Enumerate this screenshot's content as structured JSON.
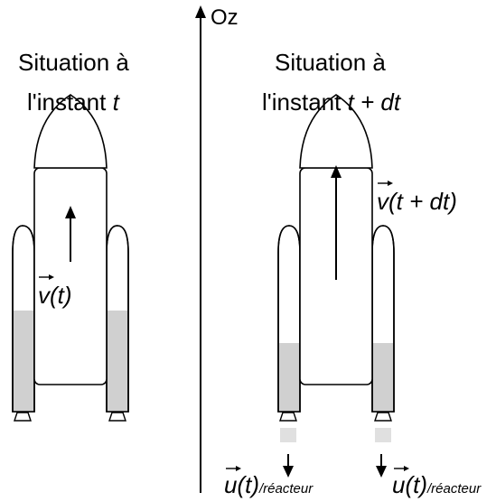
{
  "axis": {
    "label": "Oz"
  },
  "left": {
    "title_line1": "Situation à",
    "title_line2": "l'instant",
    "time_var": "t",
    "velocity_label": "v(t)"
  },
  "right": {
    "title_line1": "Situation à",
    "title_line2": "l'instant",
    "time_expr": "t + dt",
    "velocity_label": "v(t + dt)",
    "exhaust_left_label": "u(t)",
    "exhaust_left_sub": "/réacteur",
    "exhaust_right_label": "u(t)",
    "exhaust_right_sub": "/réacteur"
  },
  "colors": {
    "fuel_shade": "#d0d0d0",
    "exhaust_shade": "#e0e0e0",
    "stroke": "#000000"
  }
}
